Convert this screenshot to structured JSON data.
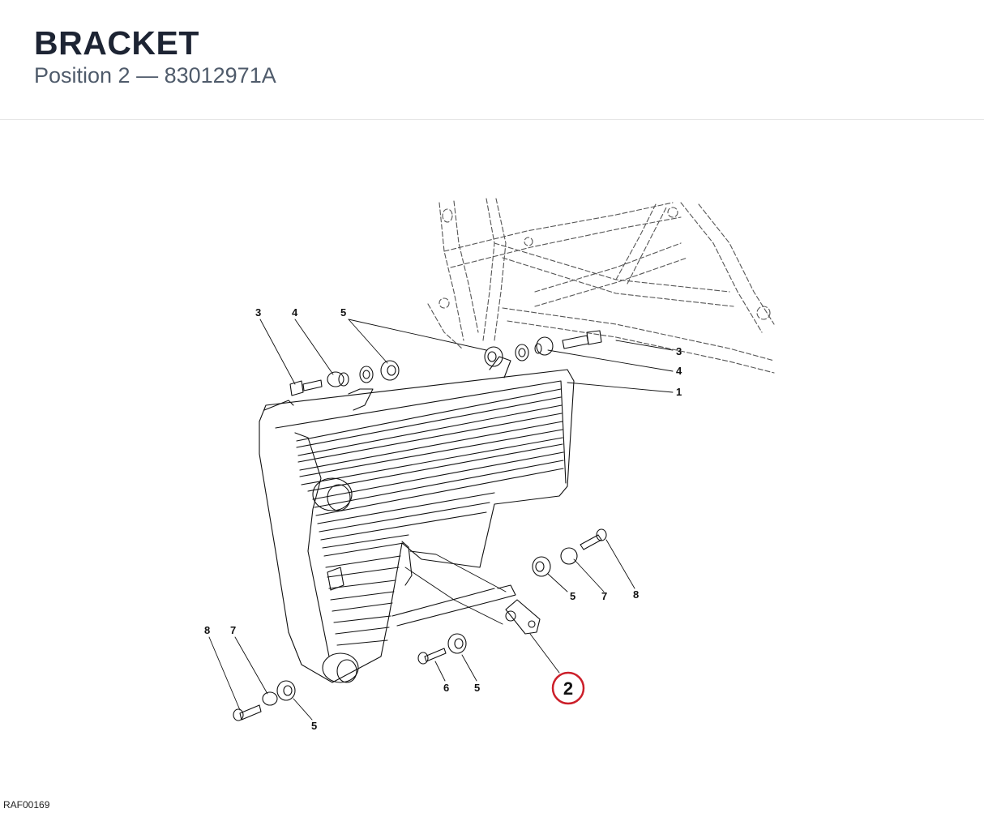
{
  "header": {
    "title": "BRACKET",
    "subtitle": "Position 2 — 83012971A"
  },
  "callouts": {
    "c3a": "3",
    "c4a": "4",
    "c5a": "5",
    "c3b": "3",
    "c4b": "4",
    "c1": "1",
    "c5b": "5",
    "c7b": "7",
    "c8b": "8",
    "c8c": "8",
    "c7c": "7",
    "c5c": "5",
    "c6": "6",
    "c5d": "5"
  },
  "highlight": {
    "label": "2",
    "color": "#cc1f2a"
  },
  "footer": {
    "code": "RAF00169"
  }
}
